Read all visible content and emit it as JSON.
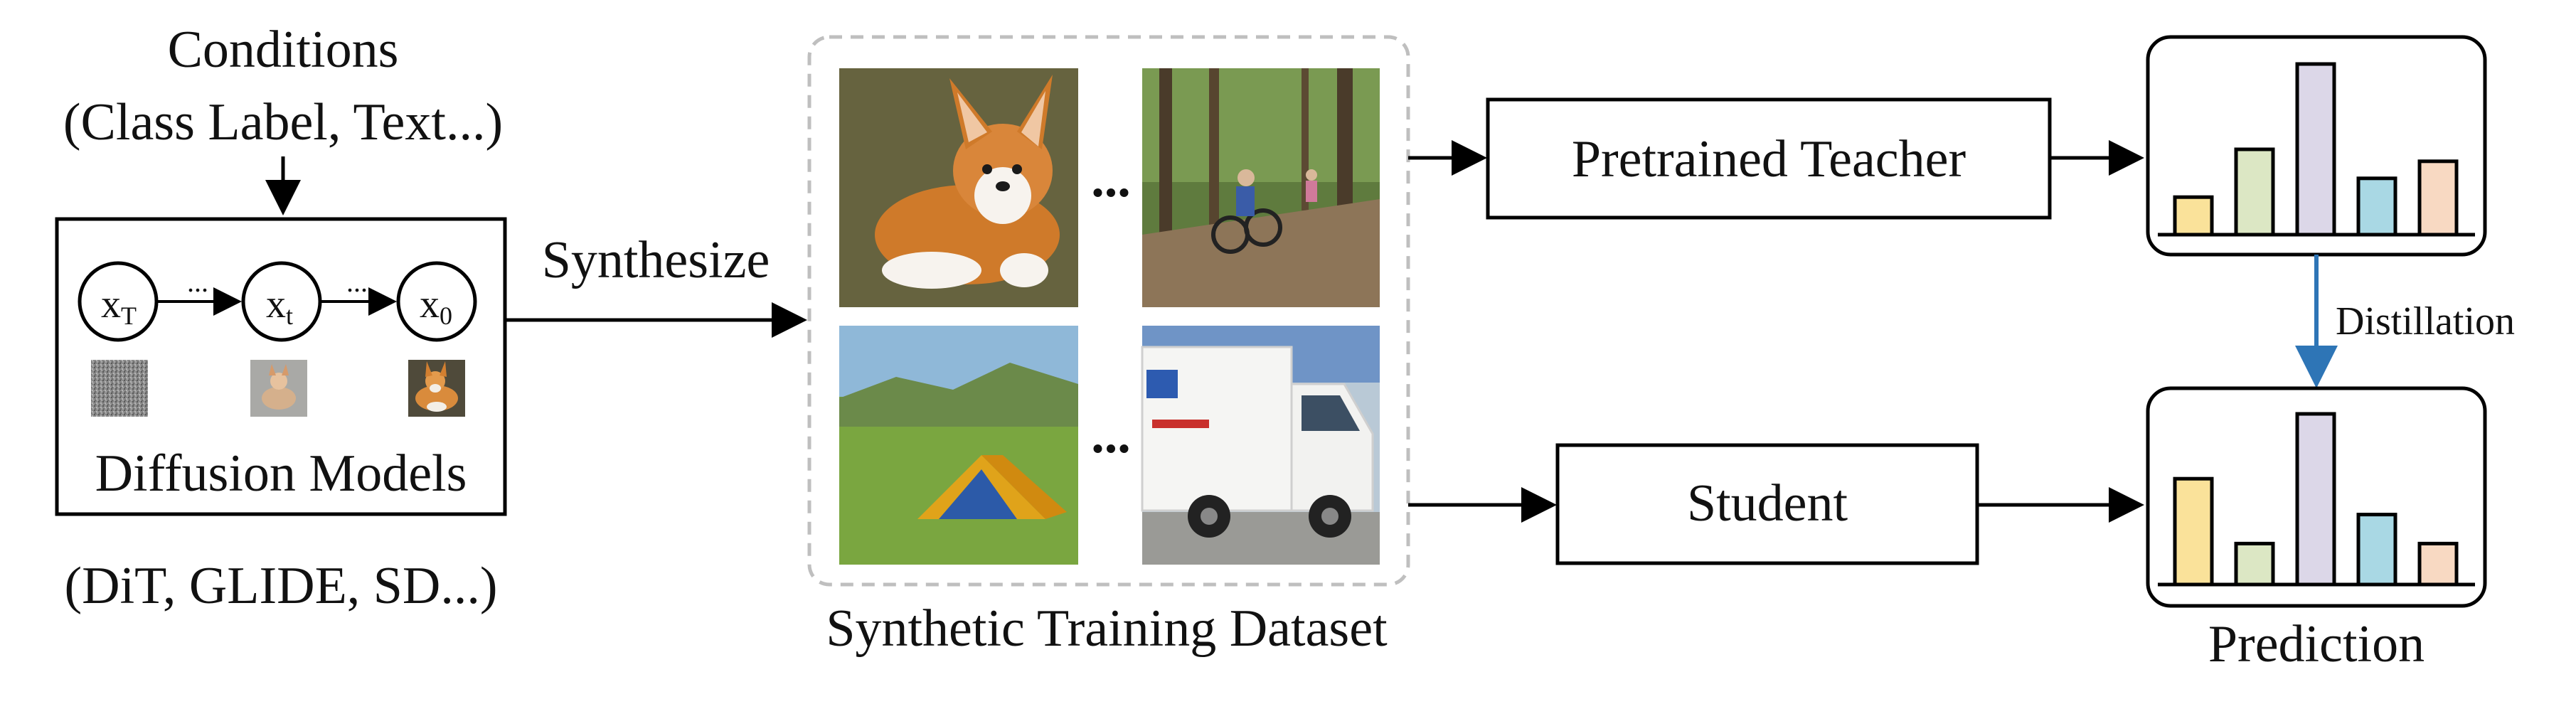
{
  "conditions": {
    "title": "Conditions",
    "subtitle": "(Class Label, Text...)"
  },
  "diffusion": {
    "node_labels": [
      {
        "main": "x",
        "sub": "T"
      },
      {
        "main": "x",
        "sub": "t"
      },
      {
        "main": "x",
        "sub": "0"
      }
    ],
    "dots": "...",
    "label": "Diffusion Models",
    "examples": "(DiT, GLIDE, SD...)"
  },
  "synthesize_label": "Synthesize",
  "dataset": {
    "label": "Synthetic Training Dataset",
    "dots": "...",
    "thumbnails": [
      "corgi-puppy",
      "mountain-bikers-forest",
      "tent-meadow",
      "delivery-truck"
    ]
  },
  "teacher_label": "Pretrained Teacher",
  "student_label": "Student",
  "distillation_label": "Distillation",
  "prediction_label": "Prediction",
  "teacher_histogram": [
    0.22,
    0.5,
    1.0,
    0.33,
    0.43
  ],
  "student_histogram": [
    0.62,
    0.24,
    1.0,
    0.41,
    0.24
  ],
  "bar_colors": [
    "#FAE29A",
    "#DCE7C4",
    "#DCD7E8",
    "#A9D8E4",
    "#F8D9C2"
  ],
  "colors": {
    "stroke": "#000000",
    "distillation_arrow": "#2E75B6",
    "dashed_border": "#BFBFBF"
  }
}
